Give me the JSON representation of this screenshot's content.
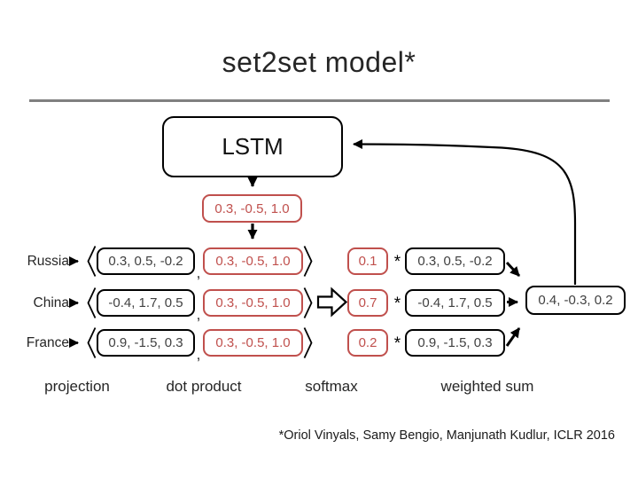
{
  "slide": {
    "title": "set2set model*",
    "footnote": "*Oriol Vinyals, Samy Bengio, Manjunath Kudlur, ICLR 2016"
  },
  "diagram": {
    "lstm_label": "LSTM",
    "context_vector": "0.3, -0.5, 1.0",
    "comma": ",",
    "asterisk": "*",
    "rows": [
      {
        "label": "Russia",
        "projection": "0.3, 0.5, -0.2",
        "context": "0.3, -0.5, 1.0",
        "weight": "0.1",
        "weighted_vector": "0.3, 0.5, -0.2"
      },
      {
        "label": "China",
        "projection": "-0.4, 1.7, 0.5",
        "context": "0.3, -0.5, 1.0",
        "weight": "0.7",
        "weighted_vector": "-0.4, 1.7, 0.5"
      },
      {
        "label": "France",
        "projection": "0.9, -1.5, 0.3",
        "context": "0.3, -0.5, 1.0",
        "weight": "0.2",
        "weighted_vector": "0.9, -1.5, 0.3"
      }
    ],
    "weighted_sum": "0.4, -0.3, 0.2",
    "stage_labels": [
      "projection",
      "dot product",
      "softmax",
      "weighted sum"
    ]
  },
  "colors": {
    "accent_red": "#C0504D",
    "line_gray": "#808080",
    "ink": "#000000",
    "box_text": "#404040"
  }
}
